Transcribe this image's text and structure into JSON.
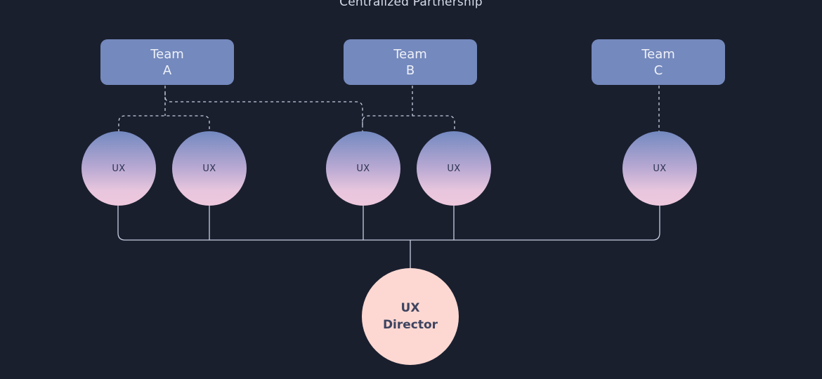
{
  "title": "Centralized Partnership",
  "teams": [
    {
      "line1": "Team",
      "line2": "A"
    },
    {
      "line1": "Team",
      "line2": "B"
    },
    {
      "line1": "Team",
      "line2": "C"
    }
  ],
  "ux_nodes": [
    "UX",
    "UX",
    "UX",
    "UX",
    "UX"
  ],
  "director": {
    "line1": "UX",
    "line2": "Director"
  },
  "colors": {
    "background": "#1a1f2e",
    "team_box": "#7489bd",
    "director": "#fdd8d2",
    "connector": "#c7cde0"
  }
}
